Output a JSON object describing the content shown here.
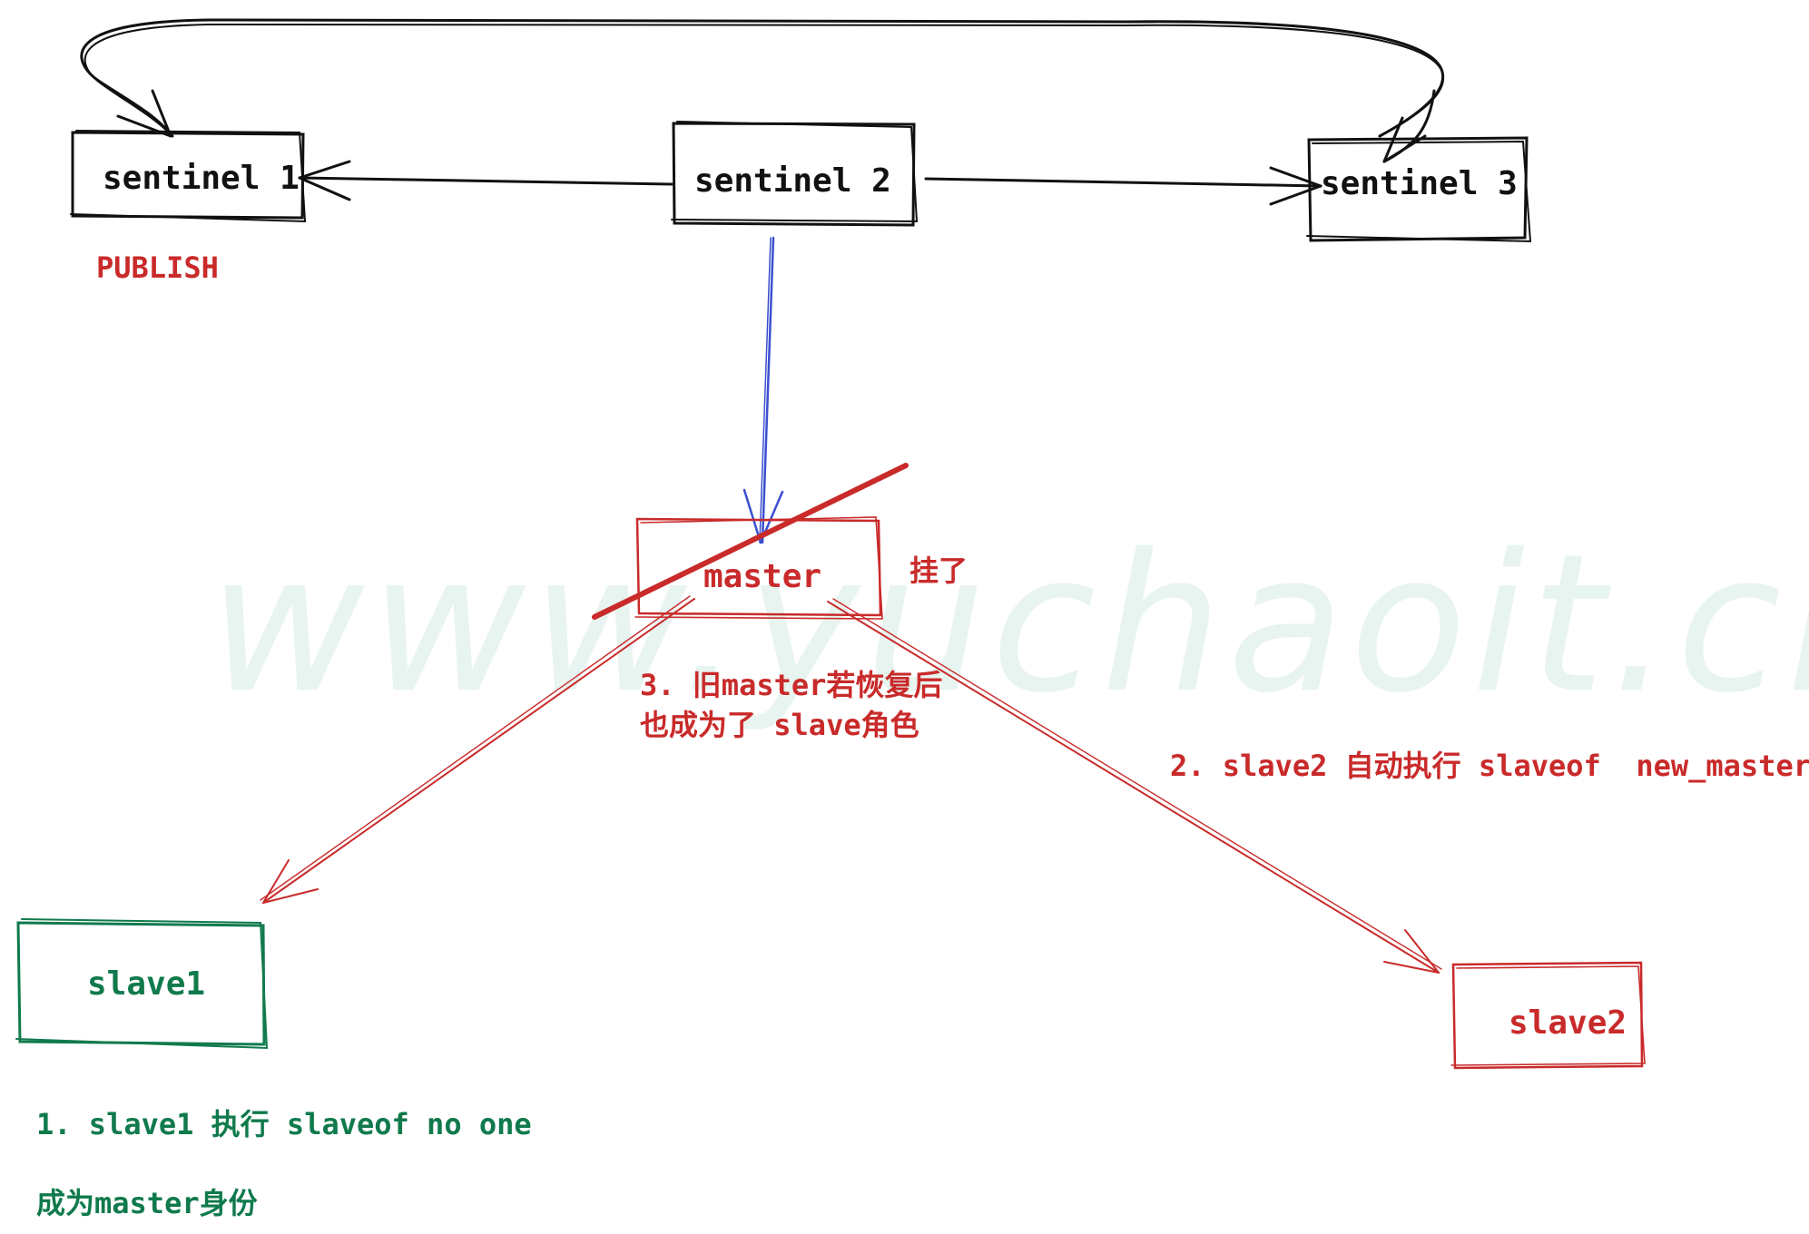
{
  "colors": {
    "black": "#111111",
    "red": "#c92a2a",
    "green": "#107a4c",
    "blue": "#3b4fd0"
  },
  "nodes": {
    "sentinel1": "sentinel 1",
    "sentinel2": "sentinel 2",
    "sentinel3": "sentinel 3",
    "master": "master",
    "slave1": "slave1",
    "slave2": "slave2"
  },
  "notes": {
    "publish": "PUBLISH",
    "master_down": "挂了",
    "step1_line1": "1. slave1 执行 slaveof no one",
    "step1_line2": "成为master身份",
    "step2": "2. slave2 自动执行 slaveof  new_master",
    "step3_line1": "3. 旧master若恢复后",
    "step3_line2": "也成为了 slave角色"
  },
  "watermark": "www.yuchaoit.cn"
}
